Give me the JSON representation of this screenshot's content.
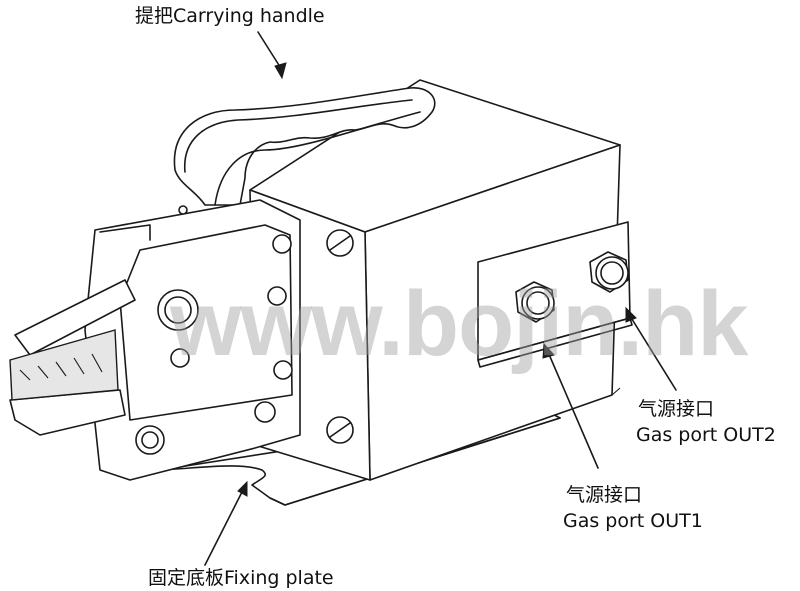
{
  "labels": {
    "carrying_handle": "提把Carrying handle",
    "fixing_plate": "固定底板Fixing plate",
    "gas_port_out1_cn": "气源接口",
    "gas_port_out1_en": "Gas port OUT1",
    "gas_port_out2_cn": "气源接口",
    "gas_port_out2_en": "Gas port OUT2"
  },
  "watermark": "www.bojin.hk",
  "colors": {
    "line": "#1a1a1a",
    "background": "#ffffff",
    "watermark": "#a0a0a0"
  }
}
